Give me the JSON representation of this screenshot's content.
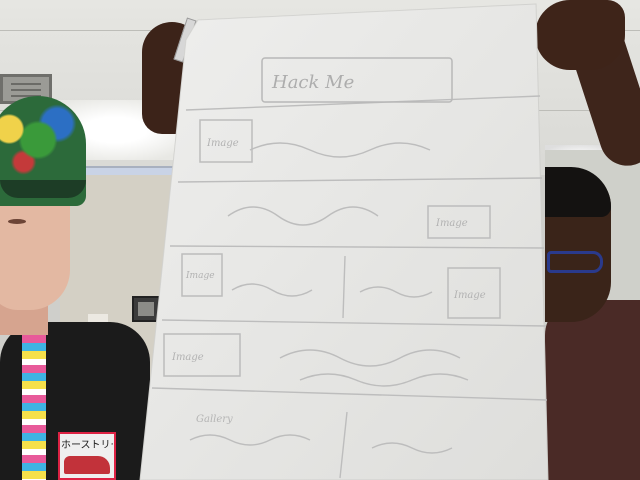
{
  "photo": {
    "shirt_graphic_text": "ホーストリート"
  },
  "wireframe": {
    "header_text": "Hack Me",
    "image_placeholder_label": "Image",
    "gallery_heading": "Gallery"
  }
}
